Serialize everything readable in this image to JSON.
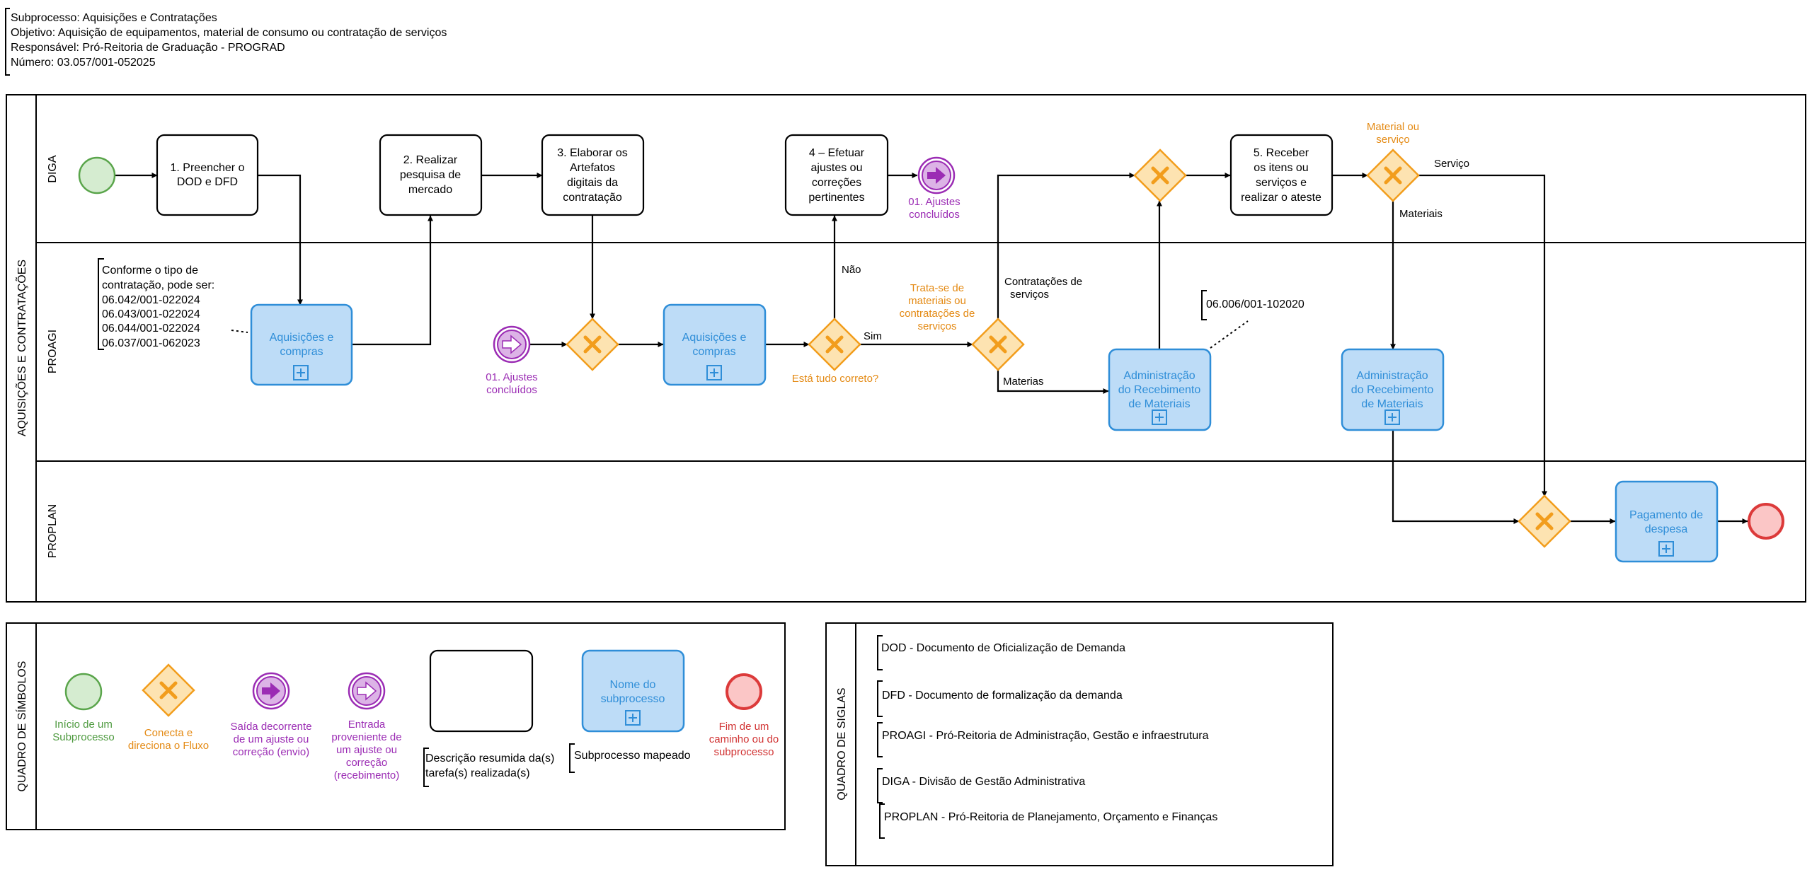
{
  "header": {
    "subprocess": "Subprocesso: Aquisições e Contratações",
    "objective": "Objetivo: Aquisição de equipamentos, material de consumo ou contratação de serviços",
    "responsible": "Responsável: Pró-Reitoria de Graduação - PROGRAD",
    "number": "Número: 03.057/001-052025"
  },
  "pool": {
    "title": "AQUISIÇÕES E CONTRATAÇÕES",
    "lanes": [
      "DIGA",
      "PROAGI",
      "PROPLAN"
    ]
  },
  "tasks": {
    "t1": [
      "1. Preencher o",
      "DOD e DFD"
    ],
    "t2": [
      "2. Realizar",
      "pesquisa de",
      "mercado"
    ],
    "t3": [
      "3. Elaborar os",
      "Artefatos",
      "digitais da",
      "contratação"
    ],
    "t4": [
      "4 – Efetuar",
      "ajustes ou",
      "correções",
      "pertinentes"
    ],
    "t5": [
      "5. Receber",
      "os itens ou",
      "serviços e",
      "realizar o ateste"
    ]
  },
  "subprocesses": {
    "s1": [
      "Aquisições e",
      "compras"
    ],
    "s2": [
      "Aquisições e",
      "compras"
    ],
    "s3": [
      "Administração",
      "do Recebimento",
      "de Materiais"
    ],
    "s4": [
      "Administração",
      "do Recebimento",
      "de Materiais"
    ],
    "s5": [
      "Pagamento de",
      "despesa"
    ]
  },
  "events": {
    "throw_label": [
      "01. Ajustes",
      "concluídos"
    ],
    "catch_label": [
      "01. Ajustes",
      "concluídos"
    ]
  },
  "gateways": {
    "g3_label": "Está tudo correto?",
    "g4_label": [
      "Trata-se de",
      "materiais ou",
      "contratações de",
      "serviços"
    ],
    "g6_label": [
      "Material ou",
      "serviço"
    ]
  },
  "flows": {
    "nao": "Não",
    "sim": "Sim",
    "contratacoes": [
      "Contratações de",
      "serviços"
    ],
    "materias": "Materias",
    "servico": "Serviço",
    "materiais": "Materiais"
  },
  "annotations": {
    "a1": [
      "Conforme o tipo de",
      "contratação, pode ser:",
      "06.042/001-022024",
      "06.043/001-022024",
      "06.044/001-022024",
      "06.037/001-062023"
    ],
    "a2": "06.006/001-102020"
  },
  "legend": {
    "title": "QUADRO DE SÍMBOLOS",
    "start": [
      "Início de um",
      "Subprocesso"
    ],
    "gateway": [
      "Conecta e",
      "direciona o Fluxo"
    ],
    "throw": [
      "Saída decorrente",
      "de um ajuste ou",
      "correção (envio)"
    ],
    "catch": [
      "Entrada",
      "proveniente de",
      "um ajuste ou",
      "correção",
      "(recebimento)"
    ],
    "task": [
      "Descrição resumida da(s)",
      "tarefa(s) realizada(s)"
    ],
    "subprocess_box": [
      "Nome do",
      "subprocesso"
    ],
    "subprocess_note": "Subprocesso mapeado",
    "end": [
      "Fim de um",
      "caminho ou do",
      "subprocesso"
    ]
  },
  "acronyms": {
    "title": "QUADRO DE SIGLAS",
    "items": [
      "DOD - Documento de Oficialização de Demanda",
      "DFD - Documento de formalização da demanda",
      "PROAGI - Pró-Reitoria de Administração, Gestão e infraestrutura",
      "DIGA - Divisão de Gestão Administrativa",
      "PROPLAN - Pró-Reitoria de Planejamento, Orçamento e Finanças"
    ]
  },
  "colors": {
    "start_stroke": "#5aa54b",
    "start_fill": "#d5ecd0",
    "gateway_stroke": "#f29d1c",
    "gateway_fill": "#fde3b1",
    "gateway_x": "#f29d1c",
    "throw_stroke": "#9b2cb4",
    "throw_fill": "#dcb3e6",
    "sub_stroke": "#2f8ed8",
    "sub_fill": "#bddcf7",
    "sub_text": "#2f8ed8",
    "end_stroke": "#dc3a3a",
    "end_fill": "#fbc6c6",
    "orange_text": "#e48a14",
    "purple_text": "#9b2cb4",
    "green_text": "#4e9a3f",
    "red_text": "#d13333"
  }
}
